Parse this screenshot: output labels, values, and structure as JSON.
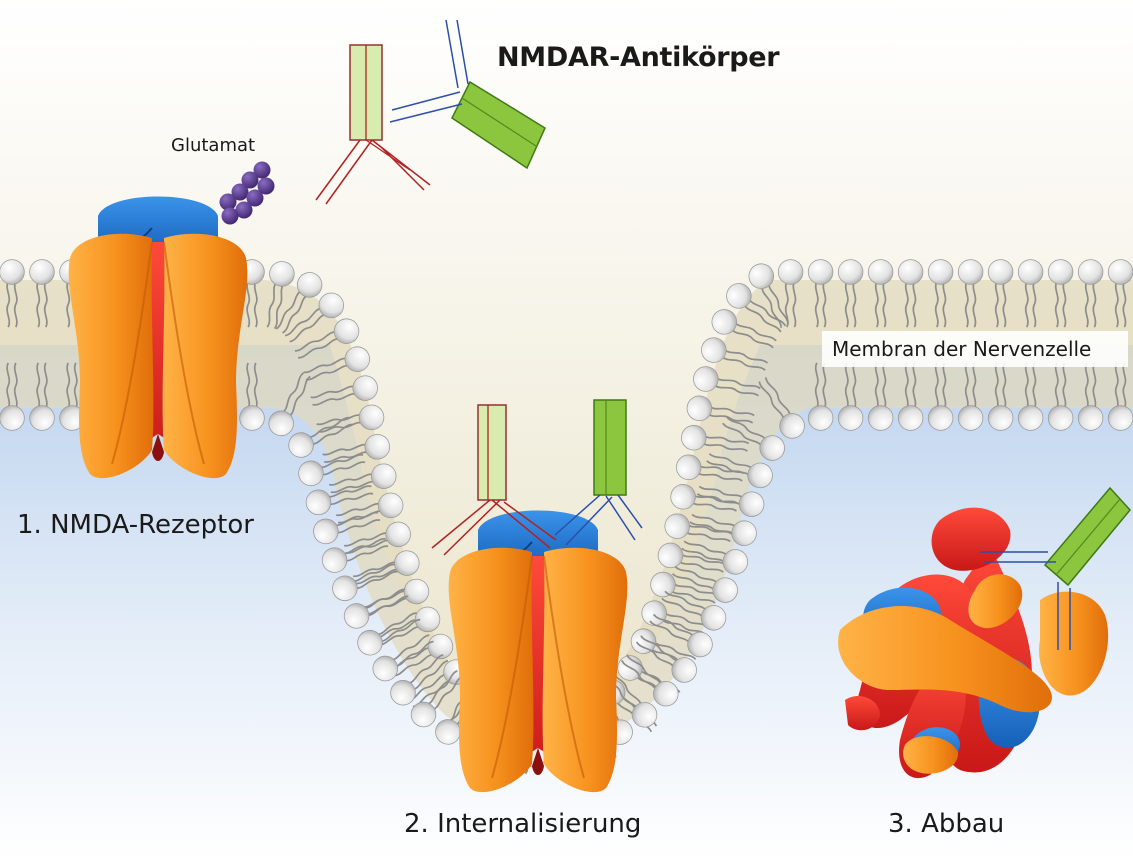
{
  "title": "NMDAR-Antikörper",
  "labels": {
    "glutamate": "Glutamat",
    "membrane": "Membran der Nervenzelle",
    "step_1": "1. NMDA-Rezeptor",
    "step_2": "2. Internalisierung",
    "step_3": "3. Abbau"
  },
  "colors": {
    "extracellular_top": "#ffffff",
    "extracellular_bottom": "#e8e1c3",
    "membrane_core": "#e3dcbe",
    "intracellular": "#c9dbf1",
    "lipid_head": "#e4e4e4",
    "lipid_tail": "#8d8d8d",
    "receptor_orange": "#f7921e",
    "receptor_red": "#e02222",
    "receptor_blue": "#1f78d1",
    "glutamate": "#4e2f83",
    "antibody_green": "#8cc63f",
    "antibody_pale": "#d8ecb0",
    "antibody_red_outline": "#b22222",
    "antibody_blue_outline": "#2b4faa"
  }
}
